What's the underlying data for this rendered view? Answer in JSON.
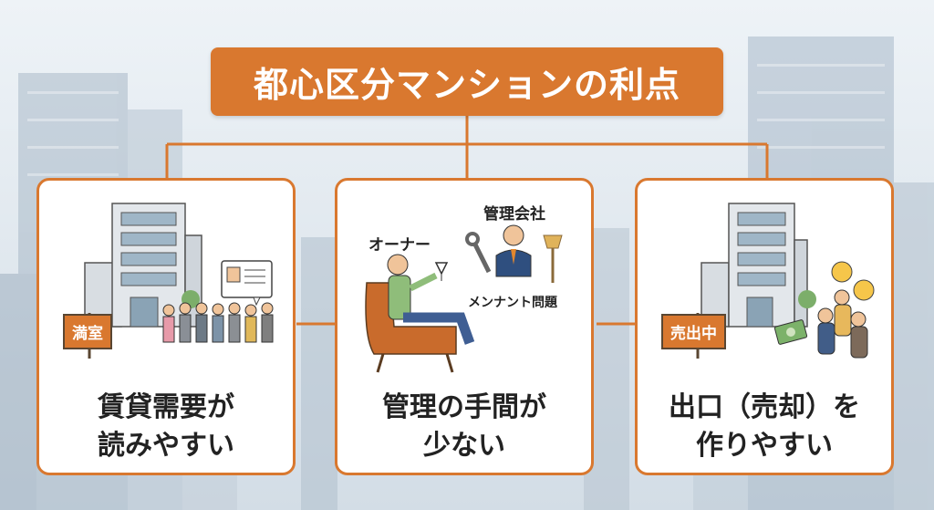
{
  "title": "都心区分マンションの利点",
  "cards": [
    {
      "sign": "満室",
      "caption_line1": "賃貸需要が",
      "caption_line2": "読みやすい"
    },
    {
      "owner_label": "オーナー",
      "company_label": "管理会社",
      "maintenance_label": "メンナント問題",
      "caption_line1": "管理の手間が",
      "caption_line2": "少ない"
    },
    {
      "sign": "売出中",
      "caption_line1": "出口（売却）を",
      "caption_line2": "作りやすい"
    }
  ],
  "colors": {
    "accent": "#d9782f",
    "card_bg": "#ffffff",
    "text": "#222222"
  },
  "icons": [
    "building-icon",
    "people-queue-icon",
    "profile-card-icon",
    "armchair-owner-icon",
    "manager-icon",
    "wrench-icon",
    "broom-icon",
    "money-icon",
    "smiley-icon"
  ]
}
